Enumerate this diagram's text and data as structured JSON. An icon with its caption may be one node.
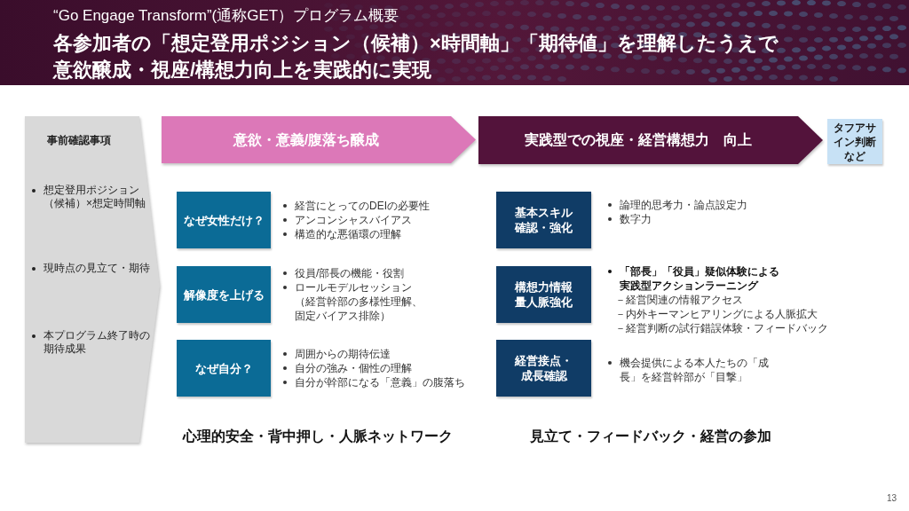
{
  "diagram": {
    "title": "“Go Engage Transform”(通称GET）プログラム概要",
    "nodes": [
      {
        "text": [
          "事前確認事項",
          "想定登用ポジション（候補）×想定時間軸",
          "現時点の見立て・期待",
          "本プログラム終了時の期待成果"
        ]
      },
      {
        "text": [
          "意欲・意義/腹落ち醸成"
        ]
      },
      {
        "text": [
          "実践型での視座・経営構想力　向上"
        ]
      },
      {
        "text": [
          "タフアサイン判断など"
        ]
      },
      {
        "text": [
          "なぜ女性だけ？"
        ],
        "beside": [
          "経営にとってのDEIの必要性",
          "アンコンシャスバイアス",
          "構造的な悪循環の理解"
        ]
      },
      {
        "text": [
          "解像度を上げる"
        ],
        "beside": [
          "役員/部長の機能・役割",
          "ロールモデルセッション（経営幹部の多様性理解、固定バイアス排除）"
        ]
      },
      {
        "text": [
          "なぜ自分？"
        ],
        "beside": [
          "周囲からの期待伝達",
          "自分の強み・個性の理解",
          "自分が幹部になる「意義」の腹落ち"
        ]
      },
      {
        "text": [
          "基本スキル確認・強化"
        ],
        "beside": [
          "論理的思考力・論点設定力",
          "数字力"
        ]
      },
      {
        "text": [
          "構想力情報量人脈強化"
        ],
        "beside": [
          "「部長」「役員」疑似体験による実践型アクションラーニング",
          "－経営関連の情報アクセス",
          "－内外キーマンヒアリングによる人脈拡大",
          "－経営判断の試行錯誤体験・フィードバック"
        ]
      },
      {
        "text": [
          "経営接点・成長確認"
        ],
        "beside": [
          "機会提供による本人たちの「成長」を経営幹部が「目撃」"
        ]
      }
    ],
    "labels": [
      "各参加者の「想定登用ポジション（候補）×時間軸」「期待値」を理解したうえで意欲醸成・視座/構想力向上を実践的に実現",
      "心理的安全・背中押し・人脈ネットワーク",
      "見立て・フィードバック・経営の参加",
      "13"
    ]
  }
}
